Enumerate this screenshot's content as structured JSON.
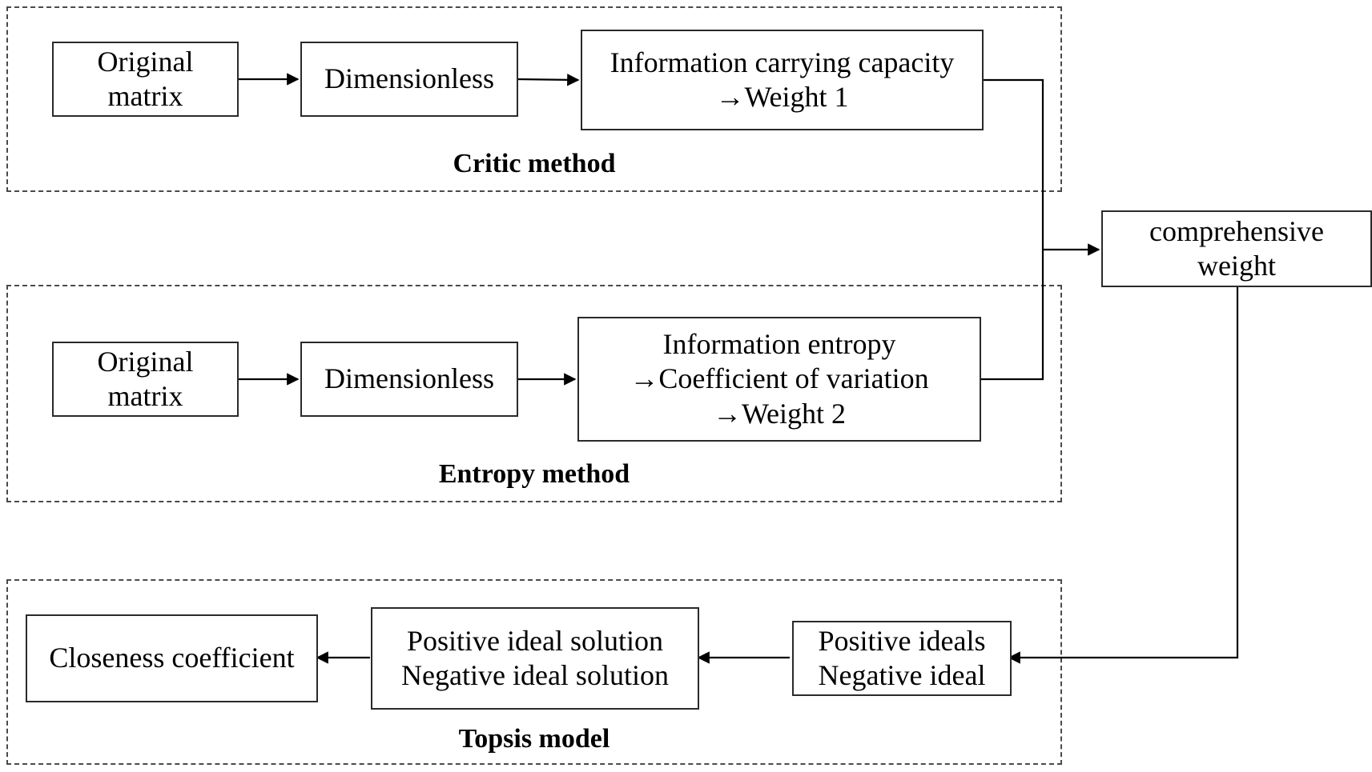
{
  "groups": {
    "critic": {
      "title": "Critic method",
      "boxes": {
        "original": [
          "Original",
          "matrix"
        ],
        "dimensionless": [
          "Dimensionless"
        ],
        "result": [
          "Information carrying capacity",
          "→Weight 1"
        ]
      }
    },
    "entropy": {
      "title": "Entropy method",
      "boxes": {
        "original": [
          "Original",
          "matrix"
        ],
        "dimensionless": [
          "Dimensionless"
        ],
        "result": [
          "Information entropy",
          "→Coefficient of variation",
          "→Weight 2"
        ]
      }
    },
    "topsis": {
      "title": "Topsis model",
      "boxes": {
        "closeness": [
          "Closeness coefficient"
        ],
        "solution": [
          "Positive ideal solution",
          "Negative ideal solution"
        ],
        "ideals": [
          "Positive ideals",
          "Negative ideal"
        ]
      }
    }
  },
  "comprehensive": [
    "comprehensive",
    "weight"
  ]
}
